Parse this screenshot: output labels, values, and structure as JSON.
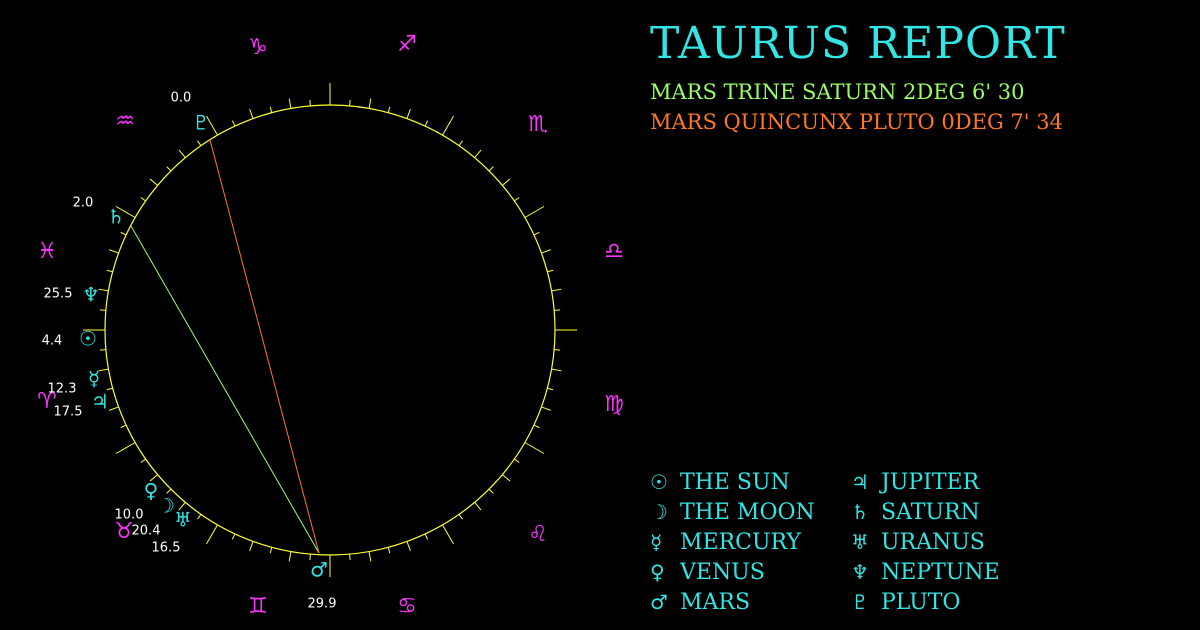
{
  "header": {
    "title": "TAURUS REPORT",
    "aspects": [
      {
        "text": "MARS TRINE SATURN 2DEG 6' 30",
        "color": "#99ff66"
      },
      {
        "text": "MARS QUINCUNX PLUTO 0DEG 7' 34",
        "color": "#ff7722"
      }
    ]
  },
  "colors": {
    "title": "#33e6e6",
    "circle": "#ffff33",
    "sign_glyph": "#ff33ff",
    "planet_glyph": "#33e6e6",
    "degree_label": "#ffffff"
  },
  "zodiac_signs": [
    {
      "name": "capricorn",
      "glyph": "♑"
    },
    {
      "name": "sagittarius",
      "glyph": "♐"
    },
    {
      "name": "scorpio",
      "glyph": "♏"
    },
    {
      "name": "libra",
      "glyph": "♎"
    },
    {
      "name": "virgo",
      "glyph": "♍"
    },
    {
      "name": "leo",
      "glyph": "♌"
    },
    {
      "name": "cancer",
      "glyph": "♋"
    },
    {
      "name": "gemini",
      "glyph": "♊"
    },
    {
      "name": "aries",
      "glyph": "♈"
    },
    {
      "name": "pisces",
      "glyph": "♓"
    },
    {
      "name": "aquarius",
      "glyph": "♒"
    }
  ],
  "planet_markers": [
    {
      "planet": "pluto",
      "glyph": "♇",
      "degree_label": "0.0"
    },
    {
      "planet": "saturn",
      "glyph": "♄",
      "degree_label": "2.0"
    },
    {
      "planet": "neptune",
      "glyph": "♆",
      "degree_label": "25.5"
    },
    {
      "planet": "sun",
      "glyph": "☉",
      "degree_label": "4.4"
    },
    {
      "planet": "mercury",
      "glyph": "☿",
      "degree_label": "12.3"
    },
    {
      "planet": "jupiter",
      "glyph": "♃",
      "degree_label": "17.5"
    },
    {
      "planet": "venus",
      "glyph": "♀",
      "degree_label": "10.0"
    },
    {
      "planet": "moon",
      "glyph": "☽",
      "degree_label": "20.4"
    },
    {
      "planet": "uranus",
      "glyph": "♅",
      "degree_label": "16.5"
    },
    {
      "planet": "mars",
      "glyph": "♂",
      "degree_label": "29.9"
    }
  ],
  "taurus_marker": {
    "glyph": "♉"
  },
  "legend": {
    "left": [
      {
        "glyph": "☉",
        "label": "THE SUN"
      },
      {
        "glyph": "☽",
        "label": "THE MOON"
      },
      {
        "glyph": "☿",
        "label": "MERCURY"
      },
      {
        "glyph": "♀",
        "label": "VENUS"
      },
      {
        "glyph": "♂",
        "label": "MARS"
      }
    ],
    "right": [
      {
        "glyph": "♃",
        "label": "JUPITER"
      },
      {
        "glyph": "♄",
        "label": "SATURN"
      },
      {
        "glyph": "♅",
        "label": "URANUS"
      },
      {
        "glyph": "♆",
        "label": "NEPTUNE"
      },
      {
        "glyph": "♇",
        "label": "PLUTO"
      }
    ]
  }
}
